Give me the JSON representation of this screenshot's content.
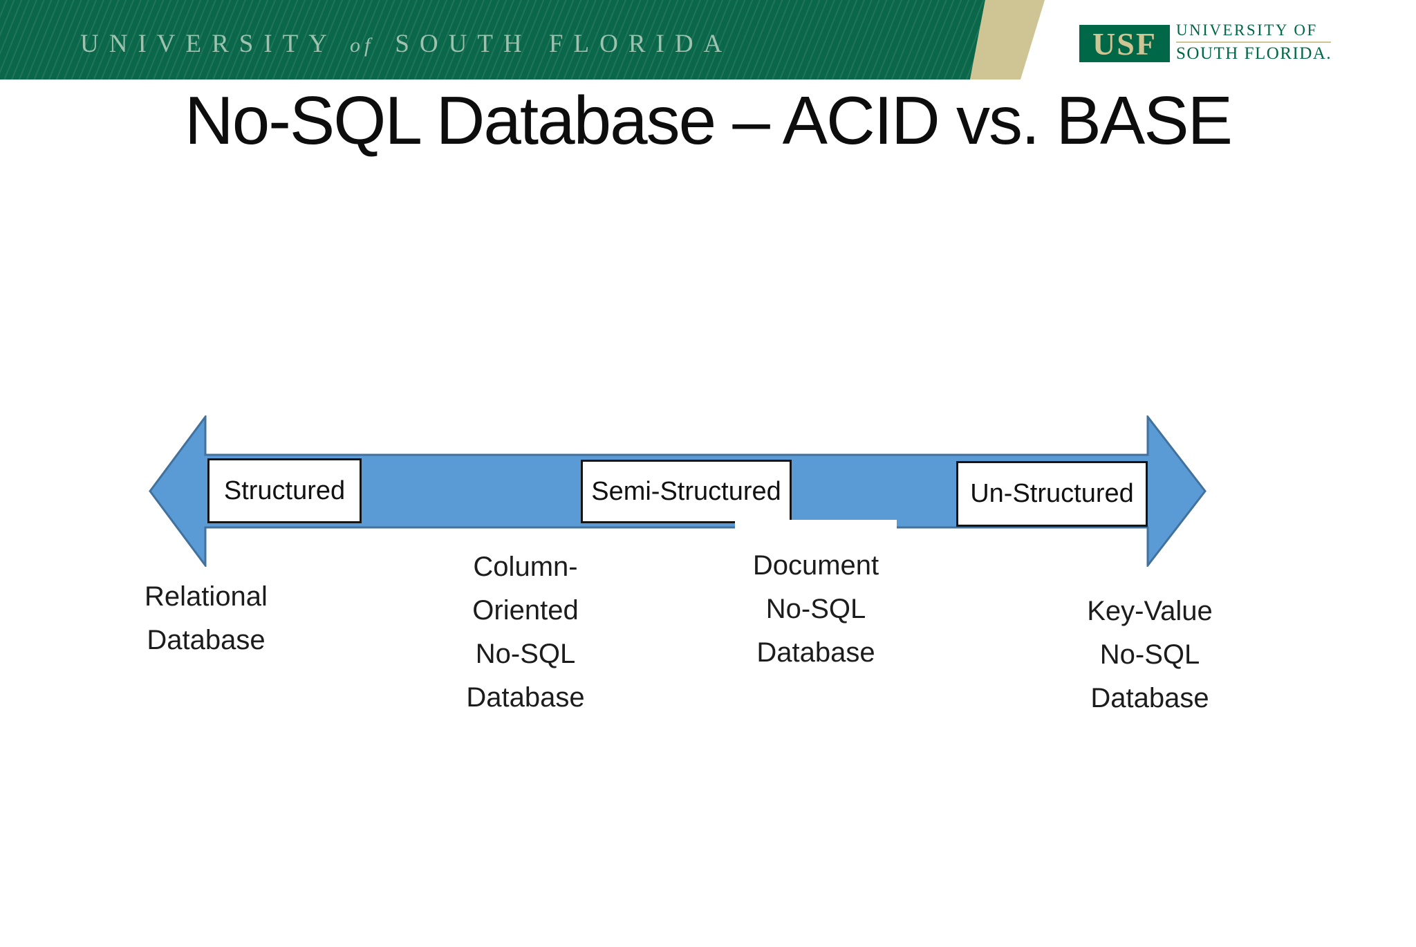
{
  "slide": {
    "title": "No-SQL Database – ACID vs. BASE"
  },
  "banner": {
    "wordmark": {
      "part1": "UNIVERSITY",
      "part2": "of",
      "part3": "SOUTH FLORIDA"
    },
    "colors": {
      "green": "#0A6749",
      "gold": "#CFC493",
      "wordmark_text": "#9EC1B0"
    }
  },
  "logo": {
    "monogram": "USF",
    "line1": "UNIVERSITY OF",
    "line2": "SOUTH FLORIDA.",
    "colors": {
      "green": "#006747",
      "gold": "#CFC493"
    }
  },
  "diagram": {
    "arrow_colors": {
      "fill": "#5B9BD5",
      "border": "#41719C"
    },
    "boxes": [
      {
        "label": "Structured"
      },
      {
        "label": "Semi-Structured"
      },
      {
        "label": "Un-Structured"
      }
    ],
    "captions": [
      {
        "lines": [
          "Relational",
          "Database"
        ]
      },
      {
        "lines": [
          "Column-",
          "Oriented",
          "No-SQL",
          "Database"
        ]
      },
      {
        "lines": [
          "Document",
          "No-SQL",
          "Database"
        ]
      },
      {
        "lines": [
          "Key-Value",
          "No-SQL",
          "Database"
        ]
      }
    ]
  }
}
